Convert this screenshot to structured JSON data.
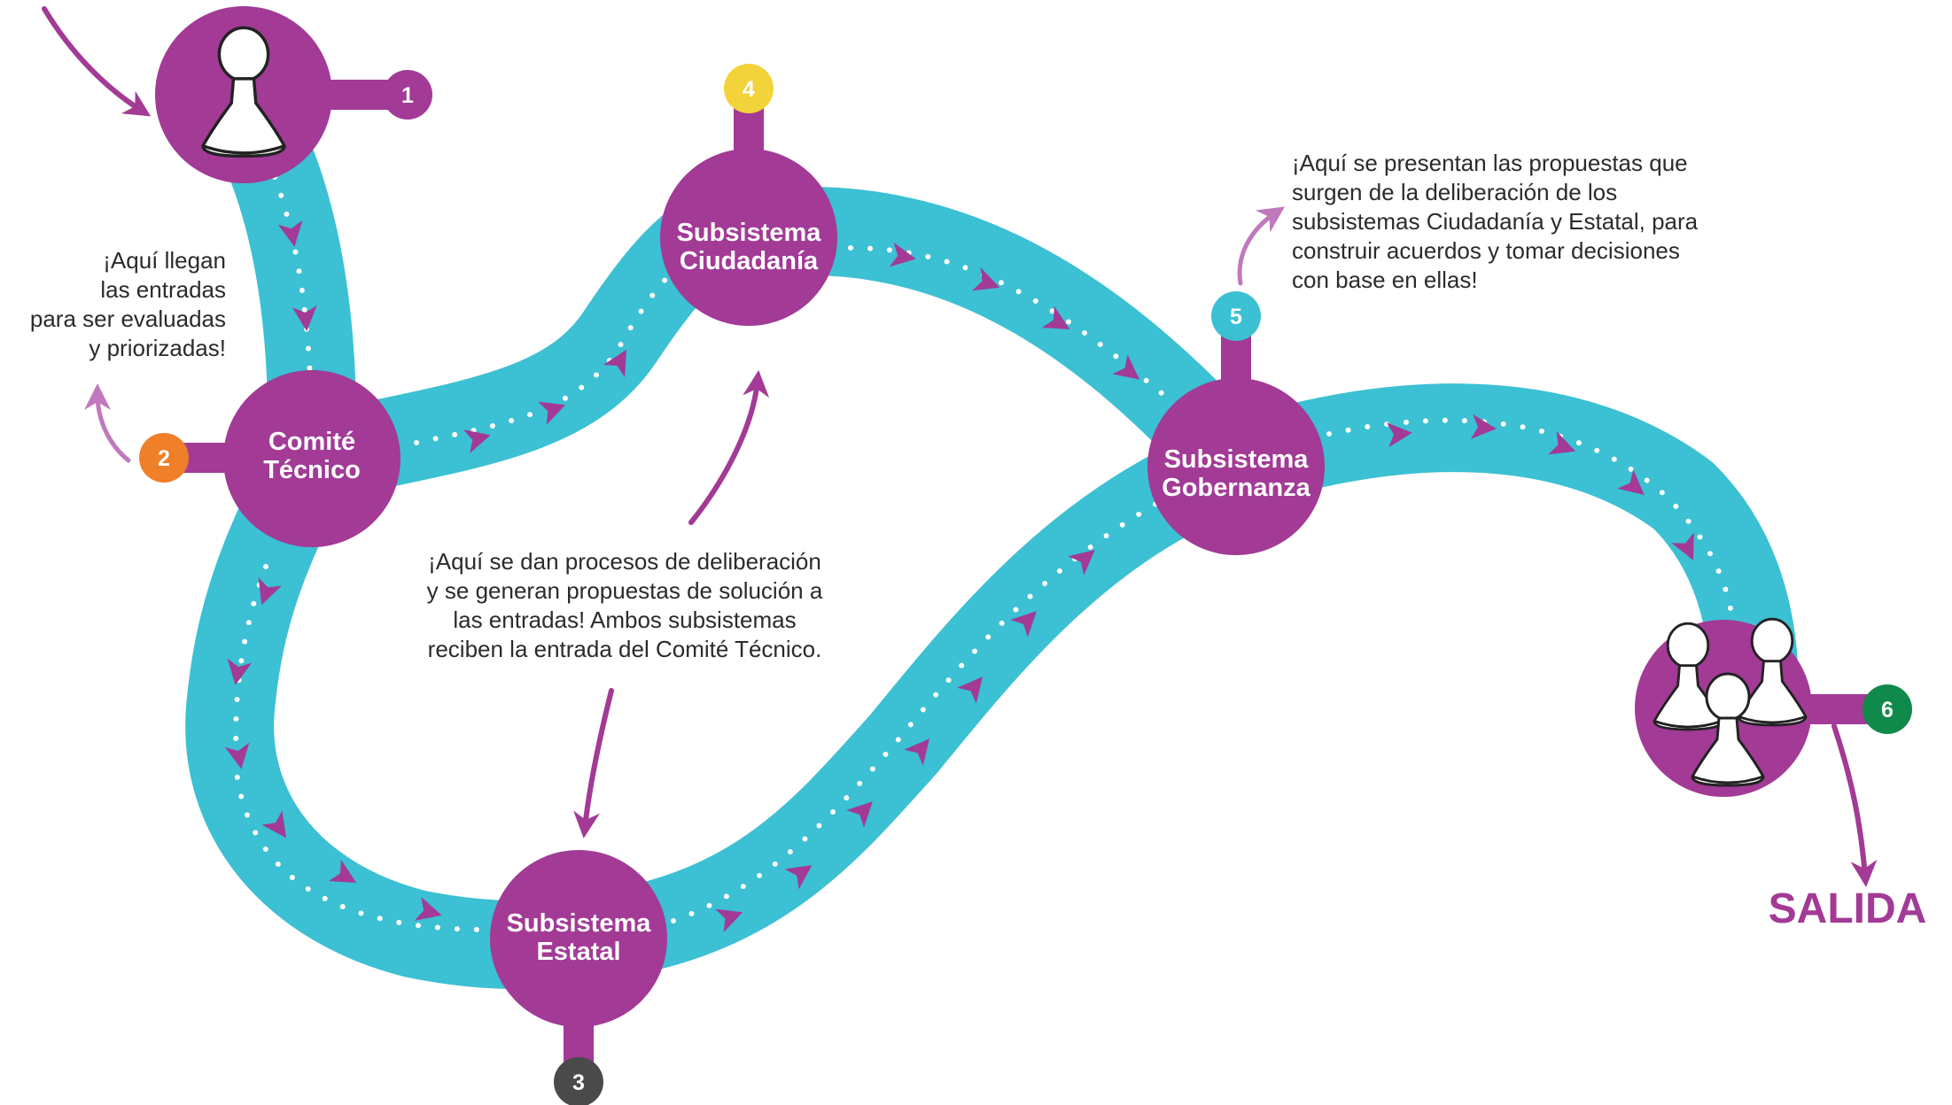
{
  "colors": {
    "road": "#3cc0d3",
    "node": "#a23a96",
    "arrow": "#a23a96",
    "dots": "#ffffff",
    "text": "#2b2b2b",
    "badge_1": "#a23a96",
    "badge_2": "#f07f2a",
    "badge_3": "#4a4a4a",
    "badge_4": "#f3d33a",
    "badge_5": "#3cc0d3",
    "badge_6": "#0f8a4a"
  },
  "nodes": {
    "comite": {
      "line1": "Comité",
      "line2": "Técnico"
    },
    "ciudadania": {
      "line1": "Subsistema",
      "line2": "Ciudadanía"
    },
    "estatal": {
      "line1": "Subsistema",
      "line2": "Estatal"
    },
    "gobernanza": {
      "line1": "Subsistema",
      "line2": "Gobernanza"
    }
  },
  "badges": {
    "b1": "1",
    "b2": "2",
    "b3": "3",
    "b4": "4",
    "b5": "5",
    "b6": "6"
  },
  "notes": {
    "entradas": [
      "¡Aquí llegan",
      "las entradas",
      "para ser evaluadas",
      "y priorizadas!"
    ],
    "deliberacion": [
      "¡Aquí se dan procesos de deliberación",
      "y se generan propuestas de solución a",
      "las entradas! Ambos subsistemas",
      "reciben la entrada del Comité Técnico."
    ],
    "gobernanza": [
      "¡Aquí se presentan las propuestas que",
      "surgen de la deliberación de los",
      "subsistemas Ciudadanía y Estatal, para",
      "construir acuerdos y tomar decisiones",
      "con base en ellas!"
    ]
  },
  "exit": {
    "label": "SALIDA"
  },
  "icons": {
    "start": "pawn-icon",
    "finish": "three-pawns-icon"
  }
}
